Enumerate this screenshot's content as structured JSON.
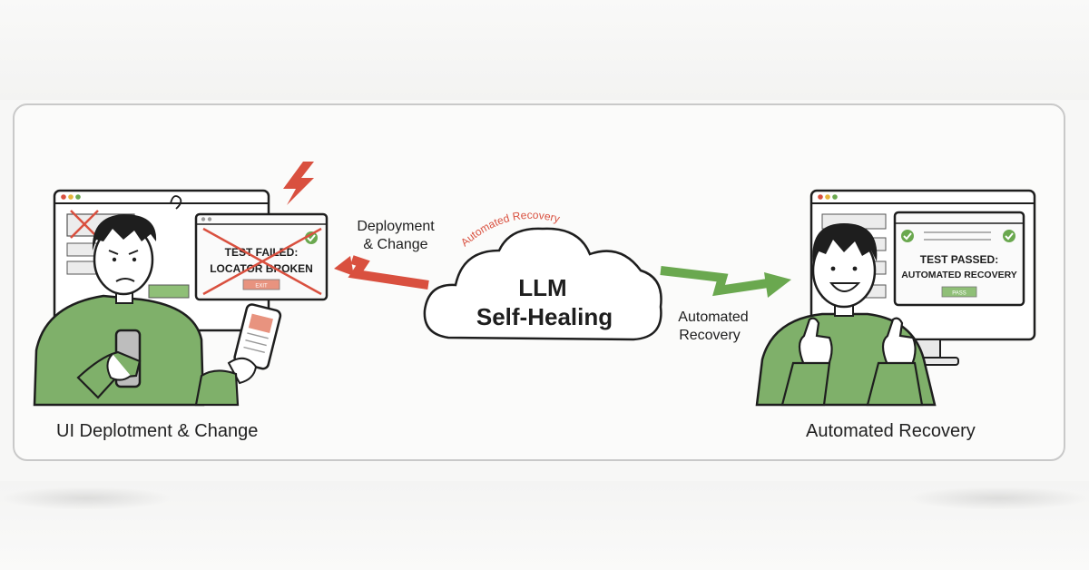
{
  "left_caption": "UI Deplotment & Change",
  "right_caption": "Automated Recovery",
  "left_window": {
    "line1": "TEST FAILED:",
    "line2": "LOCATOR BROKEN",
    "button": "EXIT"
  },
  "right_window": {
    "line1": "TEST PASSED:",
    "line2": "AUTOMATED RECOVERY",
    "button": "PASS"
  },
  "cloud": {
    "line1": "LLM",
    "line2": "Self-Healing",
    "arc_label": "Automated Recovery"
  },
  "left_arrow_label": {
    "line1": "Deployment",
    "line2": "& Change"
  },
  "right_arrow_label": {
    "line1": "Automated",
    "line2": "Recovery"
  },
  "colors": {
    "fail_red": "#d9503f",
    "pass_green": "#6aa84f",
    "shirt_green": "#7fb06a",
    "ink": "#1e1e1e"
  }
}
